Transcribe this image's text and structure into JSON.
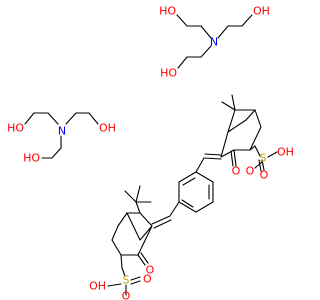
{
  "colors": {
    "bond": "#000000",
    "oxygen": "#ff0000",
    "nitrogen": "#0000ff",
    "sulfur": "#c8a000"
  },
  "structure": {
    "triethanolamine_top": {
      "nitrogen": "N",
      "hydroxyls": [
        "HO",
        "OH",
        "HO"
      ]
    },
    "triethanolamine_left": {
      "nitrogen": "N",
      "hydroxyls": [
        "HO",
        "OH",
        "HO"
      ]
    },
    "upper_camphor": {
      "ketone_o": "O",
      "sulfo": {
        "s": "S",
        "oh": "OH",
        "o1": "O",
        "o2": "O"
      }
    },
    "lower_camphor": {
      "ketone_o": "O",
      "sulfo": {
        "s": "S",
        "oh": "OH",
        "o1": "O",
        "o2": "O"
      }
    }
  }
}
